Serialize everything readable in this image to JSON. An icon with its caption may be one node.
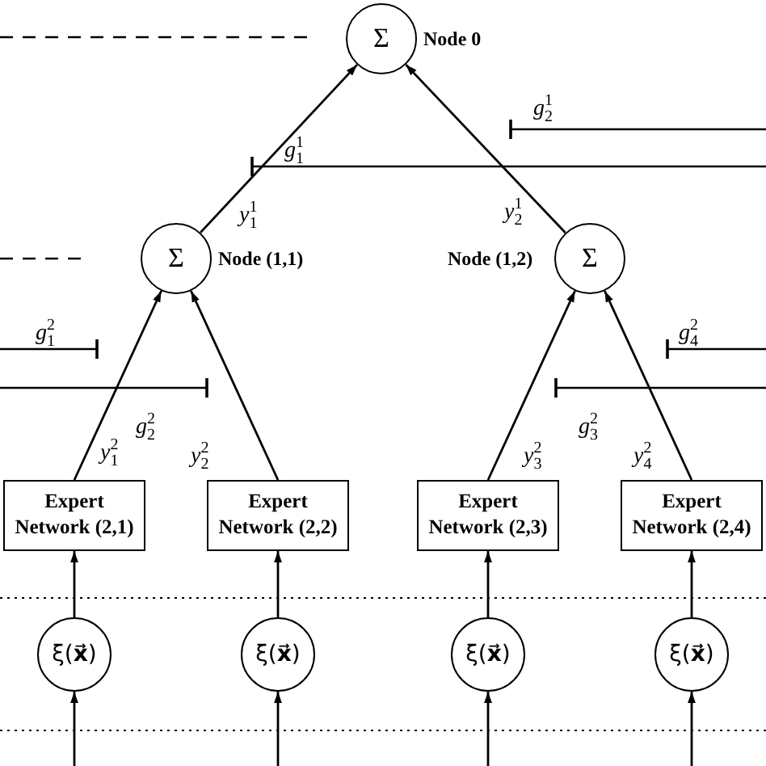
{
  "diagram": {
    "nodes": [
      {
        "text": [
          "Σ"
        ],
        "beside": [
          "Node 0"
        ]
      },
      {
        "text": [
          "Σ"
        ],
        "beside": [
          "Node (1,1)"
        ]
      },
      {
        "text": [
          "Σ"
        ],
        "beside": [
          "Node (1,2)"
        ]
      },
      {
        "text": [
          "Expert Network (2,1)"
        ]
      },
      {
        "text": [
          "Expert Network (2,2)"
        ]
      },
      {
        "text": [
          "Expert Network (2,3)"
        ]
      },
      {
        "text": [
          "Expert Network (2,4)"
        ]
      },
      {
        "text": [
          "ξ(**x⃗**)"
        ]
      },
      {
        "text": [
          "ξ(**x⃗**)"
        ]
      },
      {
        "text": [
          "ξ(**x⃗**)"
        ]
      },
      {
        "text": [
          "ξ(**x⃗**)"
        ]
      }
    ],
    "edges": [
      {
        "from": 1,
        "to": 0,
        "arrow": "to",
        "label": "*y*$_{1}$$^{1}$"
      },
      {
        "from": 2,
        "to": 0,
        "arrow": "to",
        "label": "*y*$_{2}$$^{1}$"
      },
      {
        "from": 3,
        "to": 1,
        "arrow": "to",
        "label": "*y*$_{1}$$^{2}$"
      },
      {
        "from": 4,
        "to": 1,
        "arrow": "to",
        "label": "*y*$_{2}$$^{2}$"
      },
      {
        "from": 5,
        "to": 2,
        "arrow": "to",
        "label": "*y*$_{3}$$^{2}$"
      },
      {
        "from": 6,
        "to": 2,
        "arrow": "to",
        "label": "*y*$_{4}$$^{2}$"
      },
      {
        "from": 7,
        "to": 3,
        "arrow": "to"
      },
      {
        "from": 8,
        "to": 4,
        "arrow": "to"
      },
      {
        "from": 9,
        "to": 5,
        "arrow": "to"
      },
      {
        "from": 10,
        "to": 6,
        "arrow": "to"
      },
      {
        "from": null,
        "to": 7,
        "arrow": "to"
      },
      {
        "from": null,
        "to": 8,
        "arrow": "to"
      },
      {
        "from": null,
        "to": 9,
        "arrow": "to"
      },
      {
        "from": null,
        "to": 10,
        "arrow": "to"
      }
    ],
    "labels": [
      "*g*$_{2}$$^{1}$",
      "*g*$_{1}$$^{1}$",
      "*g*$_{1}$$^{2}$",
      "*g*$_{4}$$^{2}$",
      "*g*$_{2}$$^{2}$",
      "*g*$_{3}$$^{2}$"
    ]
  }
}
